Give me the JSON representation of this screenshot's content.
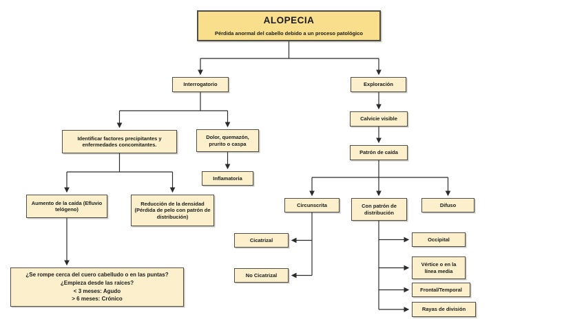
{
  "colors": {
    "title_fill": "#F9DE8B",
    "node_fill": "#FBF0CB",
    "border": "#4f4c45",
    "line": "#2b2b2b"
  },
  "title": {
    "heading": "ALOPECIA",
    "subheading": "Pérdida anormal del cabello debido a un proceso patológico"
  },
  "nodes": {
    "interrogatorio": "Interrogatorio",
    "exploracion": "Exploración",
    "identificar": "Identificar factores precipitantes y enfermedades concomitantes.",
    "dolor": "Dolor, quemazón, prurito o caspa",
    "inflamatoria": "Inflamatoria",
    "aumento": "Aumento de la caída (Efluvio telógeno)",
    "reduccion": "Reducción de la densidad (Pérdida de pelo con patrón de distribución)",
    "pregunta_lines": [
      "¿Se rompe cerca del cuero cabelludo o en las puntas?",
      "¿Empieza desde las raíces?",
      "< 3 meses: Agudo",
      "> 6 meses: Crónico"
    ],
    "calvicie": "Calvicie visible",
    "patron_caida": "Patrón de caída",
    "circunscrita": "Circunscrita",
    "con_patron": "Con patrón de distribución",
    "difuso": "Difuso",
    "cicatrizal": "Cicatrizal",
    "no_cicatrizal": "No Cicatrizal",
    "occipital": "Occipital",
    "vertice": "Vértice o en la línea media",
    "frontal": "Frontal/Temporal",
    "rayas": "Rayas de división"
  }
}
